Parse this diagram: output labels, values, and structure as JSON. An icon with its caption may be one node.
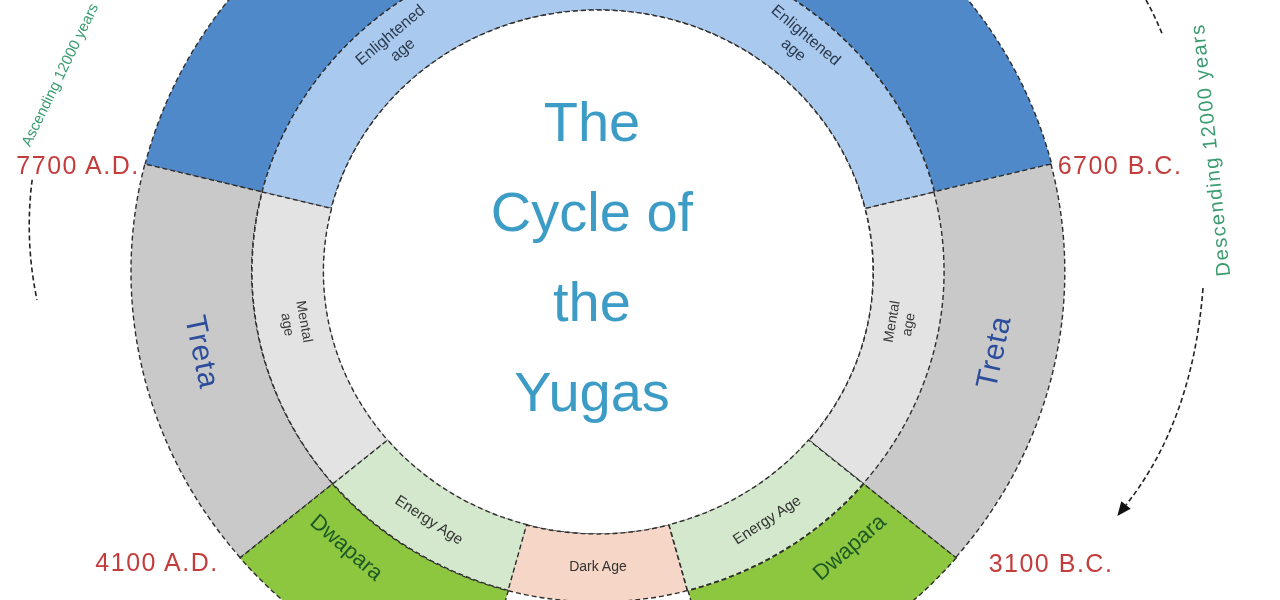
{
  "diagram": {
    "nodes": [
      {
        "text": [],
        "shape": "band"
      },
      {
        "text": [
          "Enlightened age",
          "Enlightened age"
        ]
      },
      {
        "text": [
          "The Cycle of the Yugas"
        ]
      },
      {
        "text": [
          "Treta"
        ]
      },
      {
        "text": [
          "Mental age"
        ]
      },
      {
        "text": [
          "Mental age"
        ]
      },
      {
        "text": [
          "Treta"
        ]
      },
      {
        "text": [
          "Dwapara"
        ]
      },
      {
        "text": [
          "Energy Age"
        ]
      },
      {
        "text": [
          "Dark Age"
        ]
      },
      {
        "text": [
          "Energy Age"
        ]
      },
      {
        "text": [
          "Dwapara"
        ]
      }
    ],
    "labels": [
      "Ascending 12000 years",
      "Descending 12000 years",
      "7700 A.D.",
      "6700 B.C.",
      "4100 A.D.",
      "3100 B.C."
    ]
  }
}
